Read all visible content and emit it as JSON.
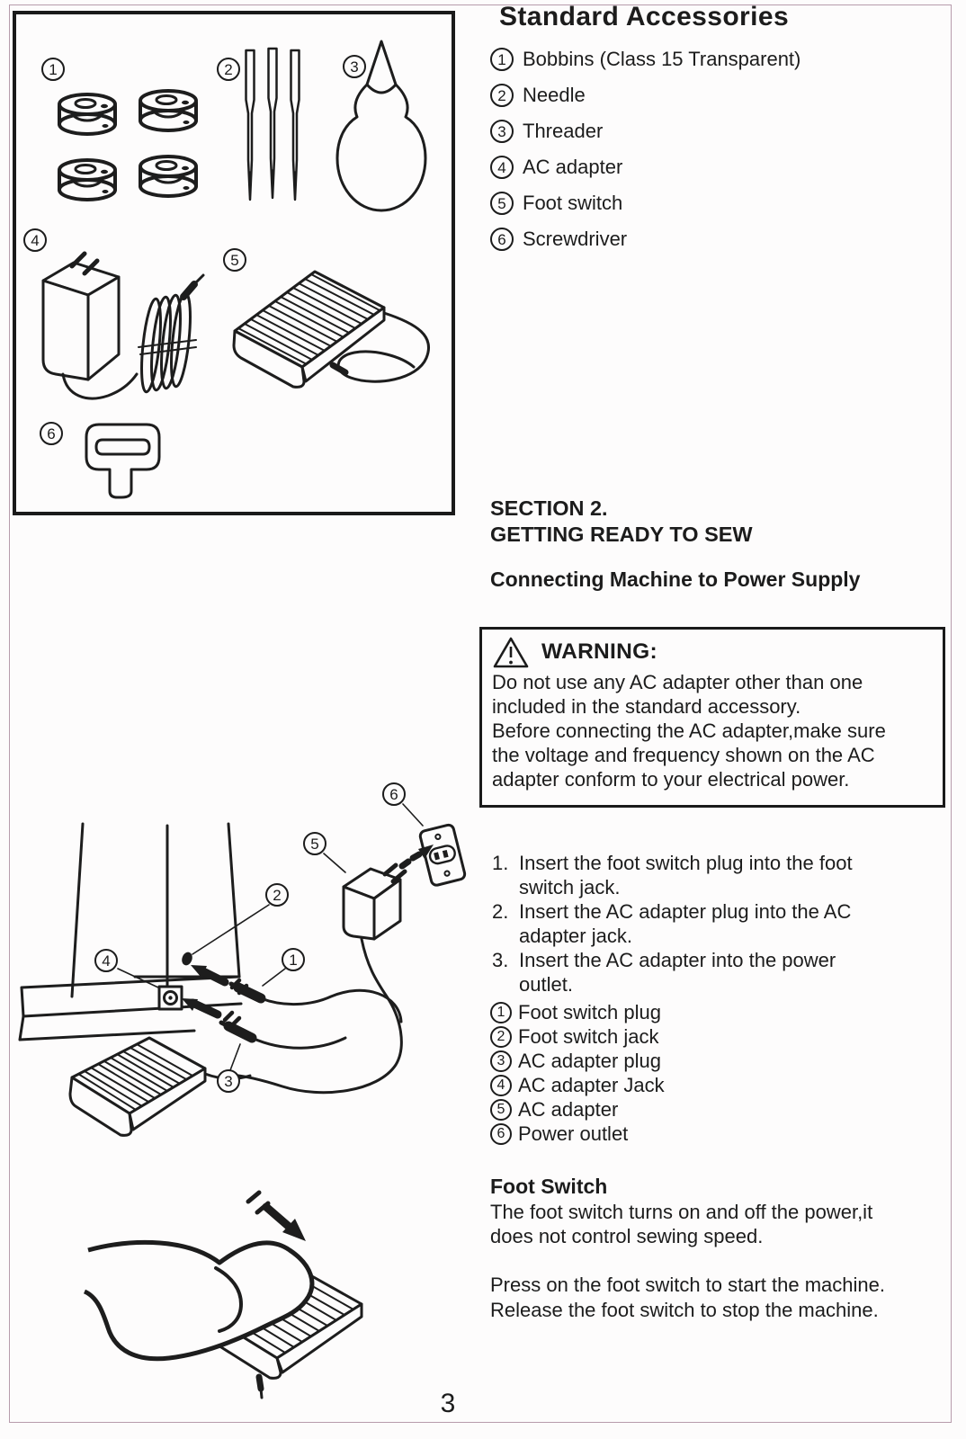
{
  "page": {
    "number": "3"
  },
  "colors": {
    "ink": "#1c1c1c",
    "paper": "#fdfcfc",
    "page_border": "#b79cac"
  },
  "accessories_panel": {
    "callouts": [
      "1",
      "2",
      "3",
      "4",
      "5",
      "6"
    ]
  },
  "right_column": {
    "title": "Standard Accessories",
    "accessory_list": [
      {
        "num": "1",
        "label": "Bobbins (Class 15 Transparent)"
      },
      {
        "num": "2",
        "label": "Needle"
      },
      {
        "num": "3",
        "label": "Threader"
      },
      {
        "num": "4",
        "label": "AC adapter"
      },
      {
        "num": "5",
        "label": "Foot switch"
      },
      {
        "num": "6",
        "label": "Screwdriver"
      }
    ],
    "section_heading_line1": "SECTION 2.",
    "section_heading_line2": "GETTING READY TO SEW",
    "subsection_heading": "Connecting Machine to Power Supply",
    "warning": {
      "label": "WARNING:",
      "lines": [
        "Do not use any AC adapter other than one",
        "included in the standard accessory.",
        "Before connecting the AC adapter,make sure",
        "the voltage and frequency shown on the AC",
        "adapter conform to your electrical power."
      ]
    },
    "steps": [
      {
        "num": "1.",
        "lines": [
          "Insert the foot switch plug into the foot",
          "switch jack."
        ]
      },
      {
        "num": "2.",
        "lines": [
          "Insert the AC adapter plug into the AC",
          "adapter jack."
        ]
      },
      {
        "num": "3.",
        "lines": [
          "Insert the AC adapter into the power",
          "outlet."
        ]
      }
    ],
    "diagram_labels": [
      {
        "num": "1",
        "label": "Foot switch plug"
      },
      {
        "num": "2",
        "label": "Foot switch jack"
      },
      {
        "num": "3",
        "label": "AC adapter plug"
      },
      {
        "num": "4",
        "label": "AC adapter Jack"
      },
      {
        "num": "5",
        "label": "AC adapter"
      },
      {
        "num": "6",
        "label": "Power outlet"
      }
    ],
    "foot_switch": {
      "heading": "Foot Switch",
      "body_lines": [
        "The foot switch turns on and off the power,it",
        "does not control sewing speed."
      ],
      "press_lines": [
        "Press on the foot switch to start the machine.",
        "Release the foot switch to stop the machine."
      ]
    }
  },
  "connection_diagram": {
    "callouts": [
      "1",
      "2",
      "3",
      "4",
      "5",
      "6"
    ]
  }
}
